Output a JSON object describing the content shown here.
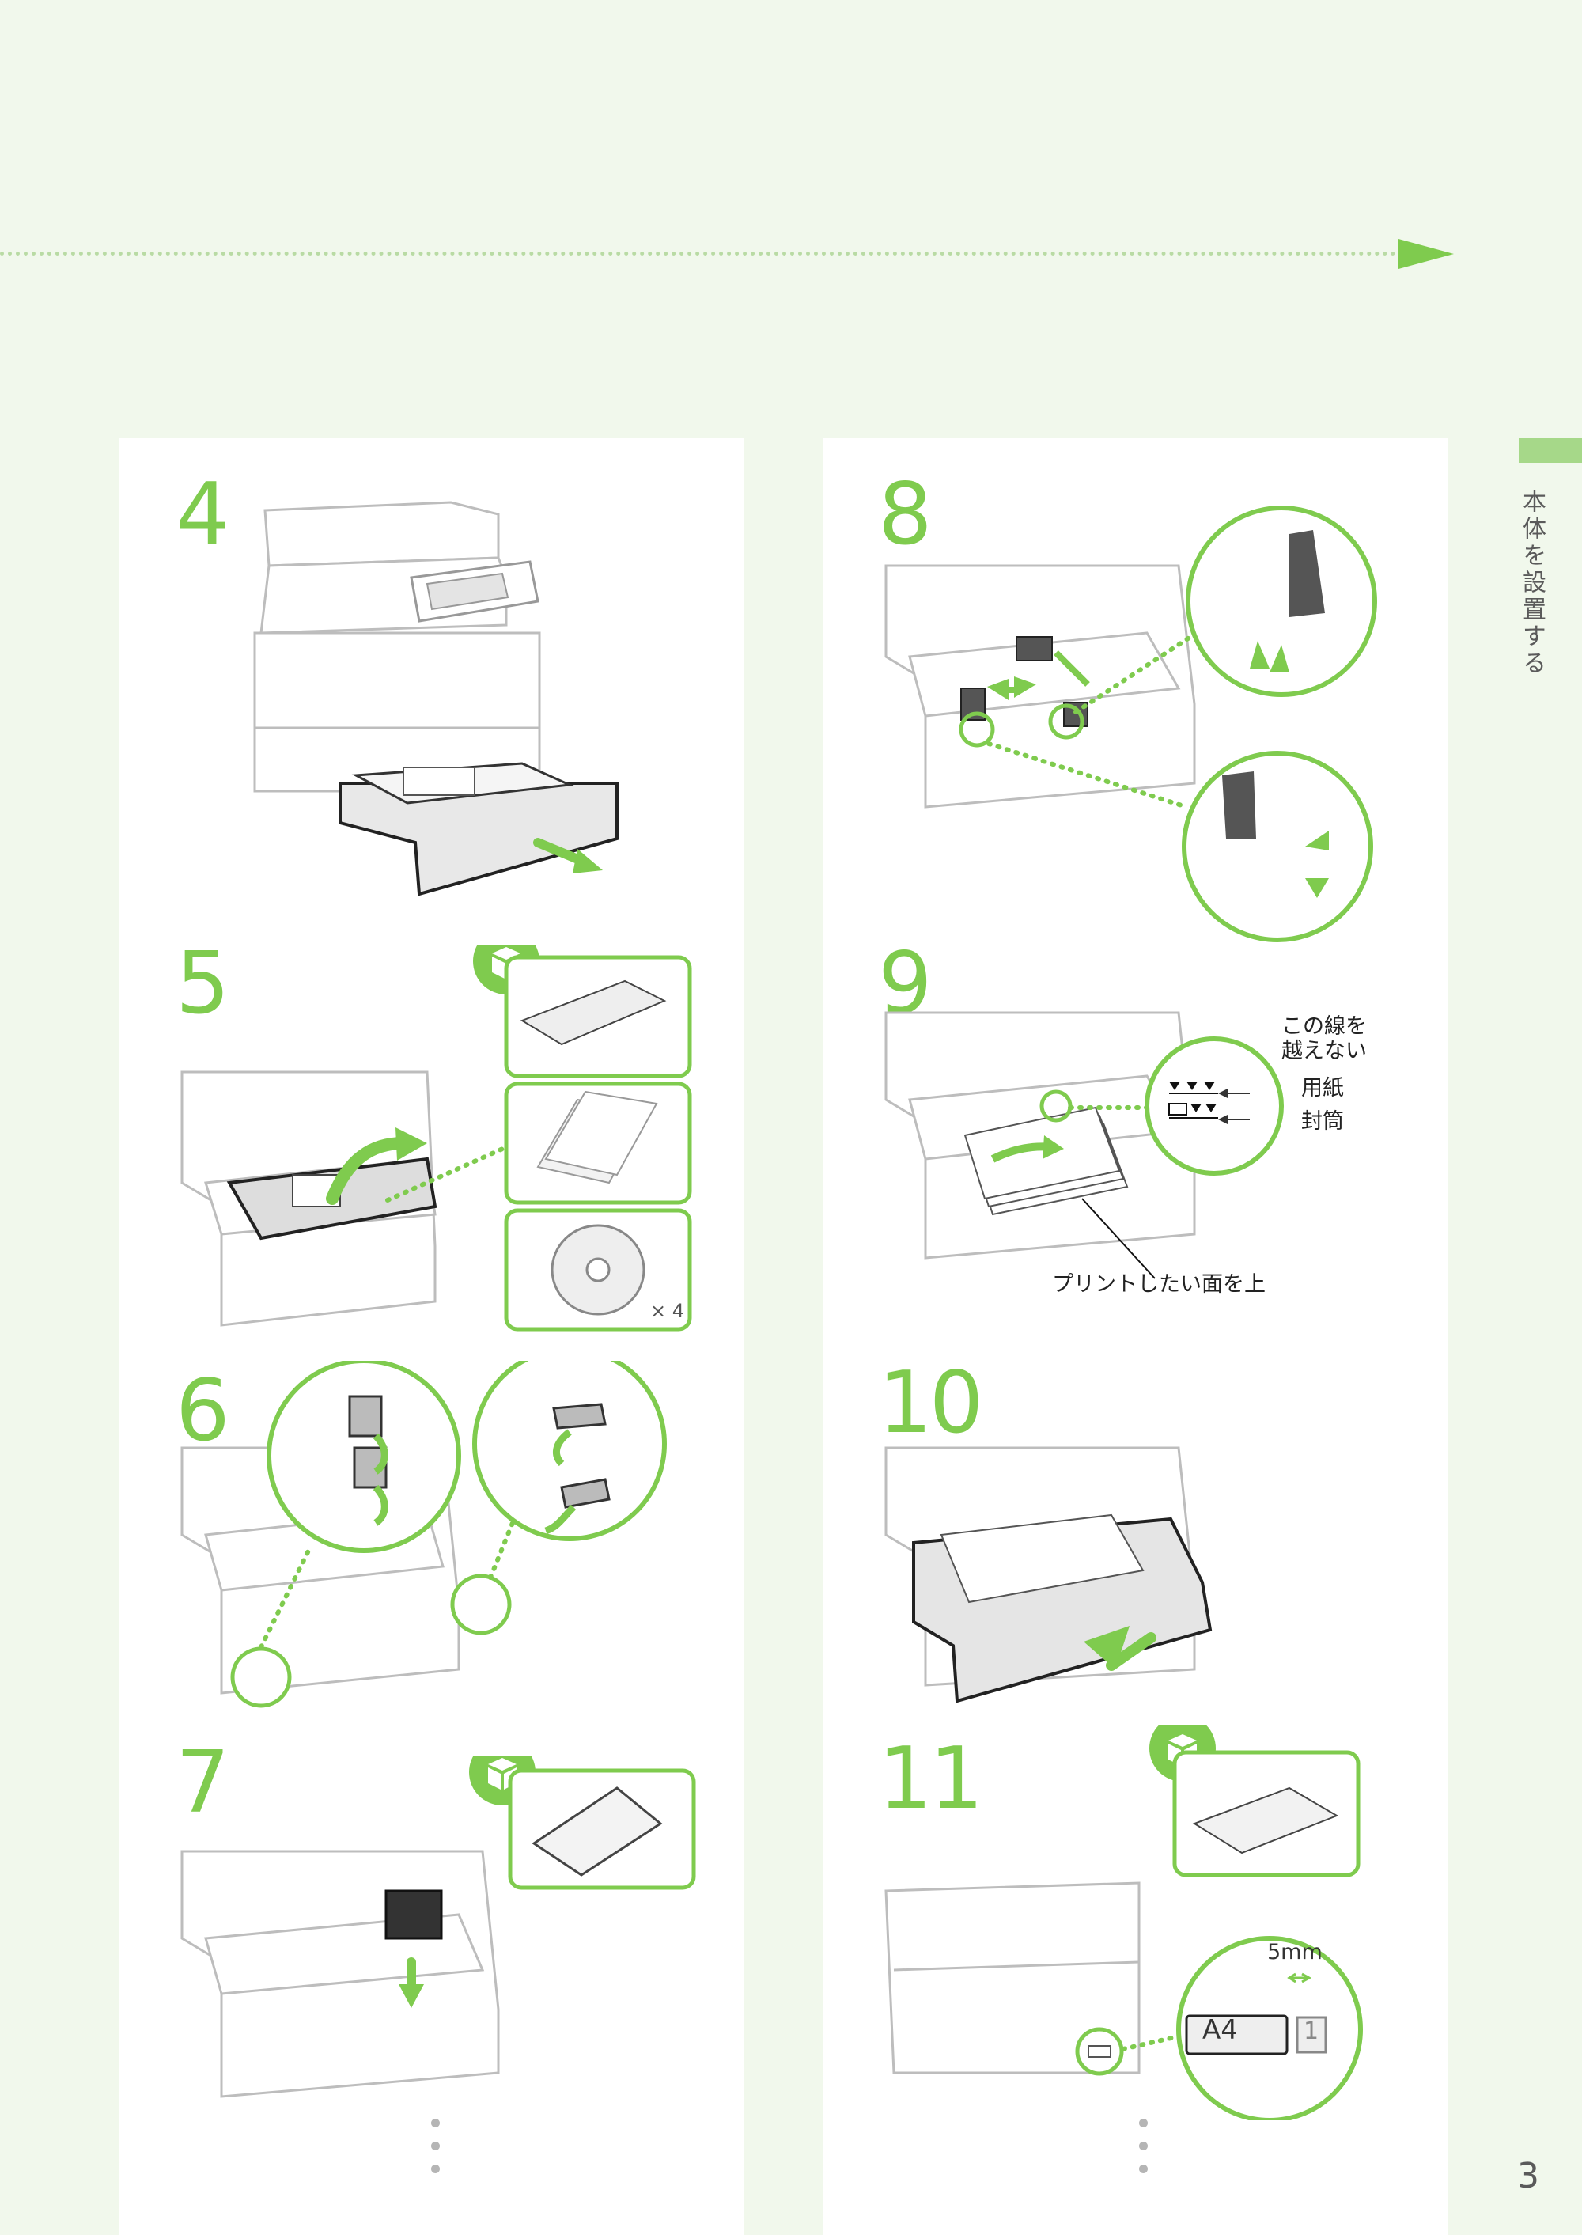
{
  "steps": [
    {
      "id": "4",
      "number": "4"
    },
    {
      "id": "5",
      "number": "5"
    },
    {
      "id": "6",
      "number": "6"
    },
    {
      "id": "7",
      "number": "7"
    },
    {
      "id": "8",
      "number": "8"
    },
    {
      "id": "9",
      "number": "9"
    },
    {
      "id": "10",
      "number": "10"
    },
    {
      "id": "11",
      "number": "11"
    }
  ],
  "step5": {
    "quantity_label": "× 4"
  },
  "step9": {
    "limit_label_line1": "この線を",
    "limit_label_line2": "越えない",
    "paper_label": "用紙",
    "envelope_label": "封筒",
    "print_side_label": "プリントしたい面を上"
  },
  "step11": {
    "gap_label": "5mm",
    "paper_size_label": "A4",
    "tray_number": "1"
  },
  "sidebar": {
    "section_title": "本体を設置する"
  },
  "footer": {
    "page_number": "3"
  },
  "colors": {
    "accent": "#7fcb4e",
    "background": "#f1f8ec",
    "panel": "#ffffff",
    "line_art": "#bdbdbd",
    "dark_part": "#555555"
  },
  "icons": [
    "unpack-box-icon",
    "removal-arrow-icon",
    "paper-stack-icon",
    "tray-icon",
    "magnifier-circle-icon"
  ]
}
